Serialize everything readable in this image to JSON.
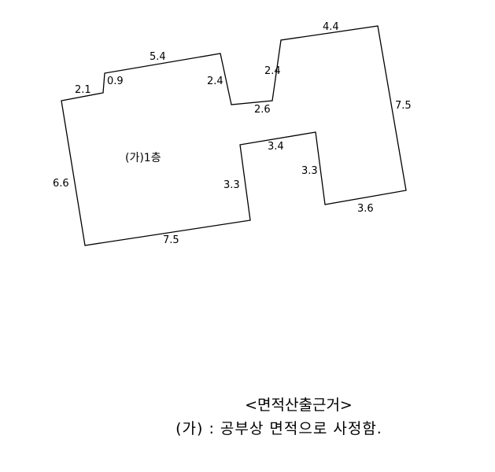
{
  "plan": {
    "room_label": "(가)1층",
    "dims": {
      "d21": "2.1",
      "d09": "0.9",
      "d54": "5.4",
      "d24a": "2.4",
      "d26": "2.6",
      "d24b": "2.4",
      "d44": "4.4",
      "d75r": "7.5",
      "d34": "3.4",
      "d33a": "3.3",
      "d33b": "3.3",
      "d36": "3.6",
      "d66": "6.6",
      "d75b": "7.5"
    }
  },
  "caption": {
    "title": "<면적산출근거>",
    "note": "(가) :  공부상 면적으로 사정함."
  }
}
